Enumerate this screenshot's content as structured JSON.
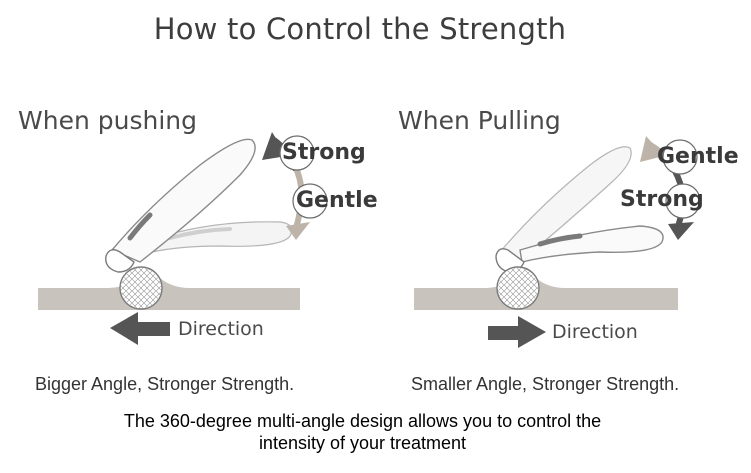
{
  "title": "How to Control the Strength",
  "panels": [
    {
      "heading": "When pushing",
      "upper_label": "Strong",
      "lower_label": "Gentle",
      "direction_label": "Direction",
      "direction": "left",
      "caption": "Bigger Angle, Stronger Strength."
    },
    {
      "heading": "When Pulling",
      "upper_label": "Gentle",
      "lower_label": "Strong",
      "direction_label": "Direction",
      "direction": "right",
      "caption": "Smaller Angle, Stronger Strength."
    }
  ],
  "footer": {
    "line1": "The 360-degree multi-angle design allows you to control the",
    "line2": "intensity of your treatment"
  },
  "colors": {
    "skin": "#c9c3bd",
    "arrow_dark": "#555555",
    "arrow_light": "#bdb3a9",
    "device_outline": "#8a8a8a"
  },
  "icons": [
    "roller-ball-icon",
    "angle-arrow-icon",
    "direction-arrow-icon"
  ]
}
